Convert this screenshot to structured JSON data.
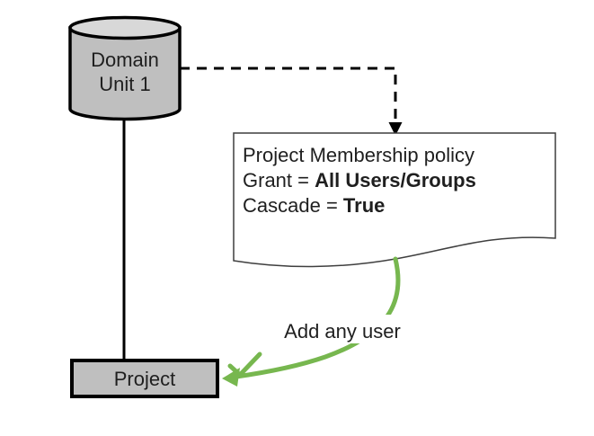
{
  "diagram": {
    "title": "Domain unit project membership policy diagram",
    "colors": {
      "background": "#ffffff",
      "shape_fill": "#bfbfbf",
      "cylinder_top_fill": "#d8d8d8",
      "outline": "#000000",
      "note_border": "#3f3f3f",
      "note_fill": "#ffffff",
      "green": "#77b74f",
      "text": "#1f1f1f"
    },
    "domain_unit": {
      "label_line1": "Domain",
      "label_line2": "Unit 1"
    },
    "policy_note": {
      "title": "Project Membership policy",
      "grant_label": "Grant = ",
      "grant_value": "All Users/Groups",
      "cascade_label": "Cascade = ",
      "cascade_value": "True"
    },
    "project": {
      "label": "Project"
    },
    "annotation": {
      "label": "Add any user"
    },
    "icons": {
      "dashed_connector_arrowhead": "arrow-down-icon",
      "green_arrowhead": "arrow-left-icon",
      "checkmark": "check-icon"
    }
  }
}
